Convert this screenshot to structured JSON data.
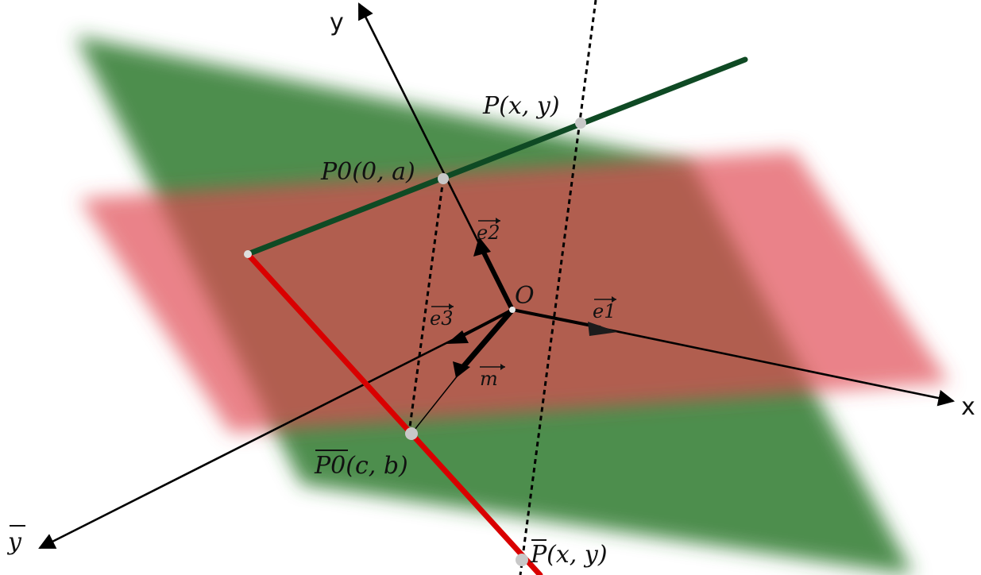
{
  "diagram": {
    "colors": {
      "green_plane": "#2f7a2f",
      "red_plane": "#e0474f",
      "green_line": "#0f4a24",
      "red_line": "#d90000",
      "axis": "#000000",
      "point": "#c8c8c8"
    },
    "axes": {
      "x_label": "x",
      "y_label": "y",
      "ybar_label": "y"
    },
    "points": {
      "P": "P(x, y)",
      "P0": "P0(0, a)",
      "O": "O",
      "Pbar0": "P0(c, b)",
      "Pbar": "P(x, y)"
    },
    "vectors": {
      "e1": "e1",
      "e2": "e2",
      "e3": "e3",
      "m": "m"
    }
  }
}
